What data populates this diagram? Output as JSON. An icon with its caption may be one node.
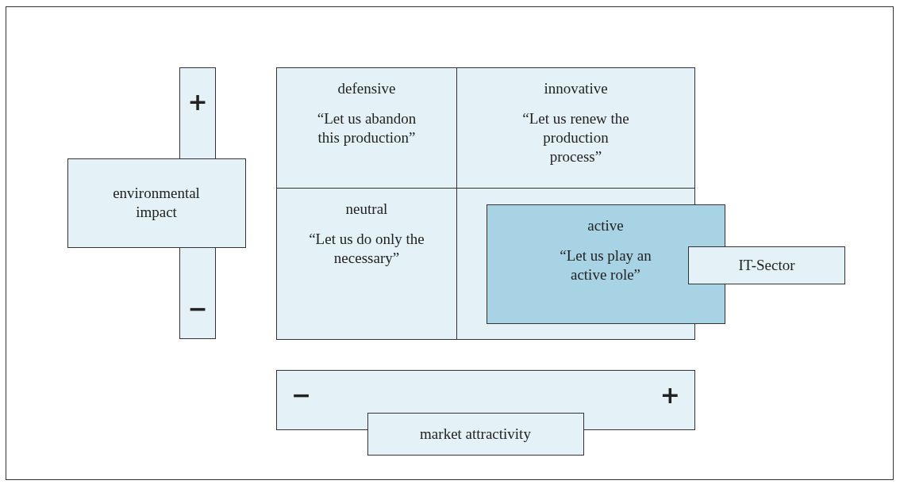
{
  "diagram": {
    "nodes": [
      {
        "text": [
          "+",
          "−"
        ]
      },
      {
        "text": [
          "defensive",
          "“Let us abandon this production”"
        ]
      },
      {
        "text": [
          "innovative",
          "“Let us renew the production process”"
        ]
      },
      {
        "text": [
          "environmental impact"
        ]
      },
      {
        "text": [
          "neutral",
          "“Let us do only the necessary”"
        ]
      },
      {
        "text": [],
        "shape": "box"
      },
      {
        "text": [
          "active",
          "“Let us play an active role”"
        ]
      },
      {
        "text": [
          "IT-Sector"
        ]
      },
      {
        "text": [
          "−",
          "+"
        ]
      },
      {
        "text": [
          "market attractivity"
        ]
      }
    ]
  }
}
